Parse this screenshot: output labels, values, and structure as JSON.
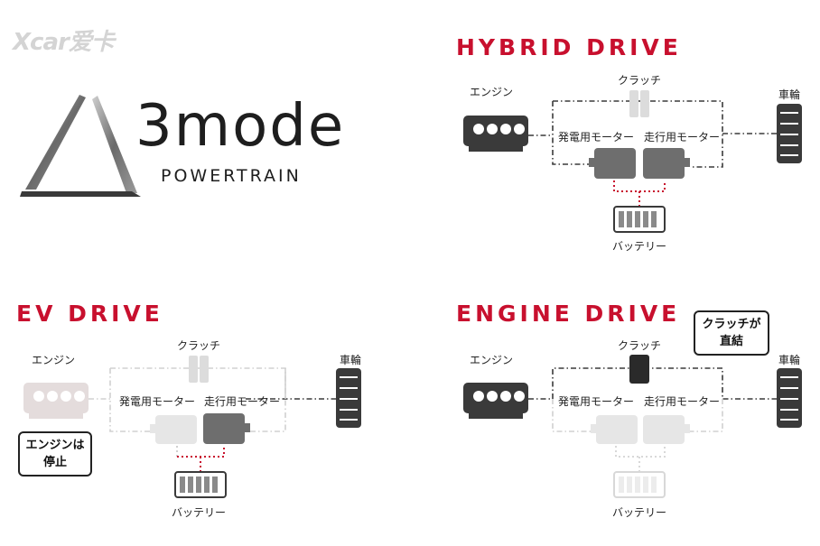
{
  "watermark": "Xcar爱卡",
  "logo": {
    "main": "3mode",
    "sub": "POWERTRAIN"
  },
  "panels": {
    "hybrid": {
      "title": "HYBRID DRIVE",
      "engine": "エンジン",
      "clutch": "クラッチ",
      "generator": "発電用モーター",
      "drive_motor": "走行用モーター",
      "wheel": "車輪",
      "battery": "バッテリー"
    },
    "ev": {
      "title": "EV DRIVE",
      "engine": "エンジン",
      "clutch": "クラッチ",
      "generator": "発電用モーター",
      "drive_motor": "走行用モーター",
      "wheel": "車輪",
      "battery": "バッテリー",
      "note_line1": "エンジンは",
      "note_line2": "停止"
    },
    "engine": {
      "title": "ENGINE DRIVE",
      "engine": "エンジン",
      "clutch": "クラッチ",
      "generator": "発電用モーター",
      "drive_motor": "走行用モーター",
      "wheel": "車輪",
      "battery": "バッテリー",
      "note_line1": "クラッチが",
      "note_line2": "直結"
    }
  },
  "colors": {
    "title_red": "#c8102e",
    "active": "#3a3a3a",
    "inactive": "#d8d8d8",
    "power_flow": "#c8102e"
  }
}
